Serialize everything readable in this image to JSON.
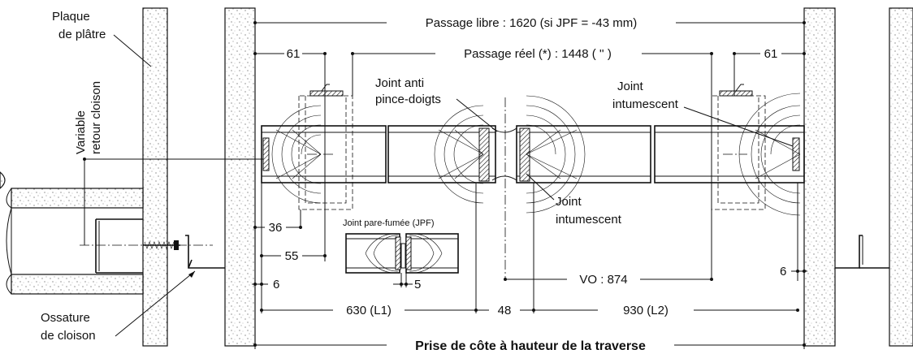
{
  "labels": {
    "plaque_line1": "Plaque",
    "plaque_line2": "de plâtre",
    "variable_line1": "Variable",
    "variable_line2": "retour cloison",
    "passage_libre": "Passage libre : 1620 (si JPF = -43 mm)",
    "passage_reel": "Passage réel (*) : 1448 ( '' )",
    "dim_61_left": "61",
    "dim_61_right": "61",
    "joint_anti_line1": "Joint anti",
    "joint_anti_line2": "pince-doigts",
    "joint_intum_top_line1": "Joint",
    "joint_intum_top_line2": "intumescent",
    "joint_intum_mid_line1": "Joint",
    "joint_intum_mid_line2": "intumescent",
    "joint_pare_fumee": "Joint pare-fumée (JPF)",
    "dim_36": "36",
    "dim_55": "55",
    "dim_6_left": "6",
    "dim_6_right": "6",
    "dim_5": "5",
    "vo": "VO : 874",
    "l1": "630 (L1)",
    "d48": "48",
    "l2": "930 (L2)",
    "ossature_line1": "Ossature",
    "ossature_line2": "de cloison",
    "prise_cote": "Prise de côte à hauteur de la traverse"
  }
}
